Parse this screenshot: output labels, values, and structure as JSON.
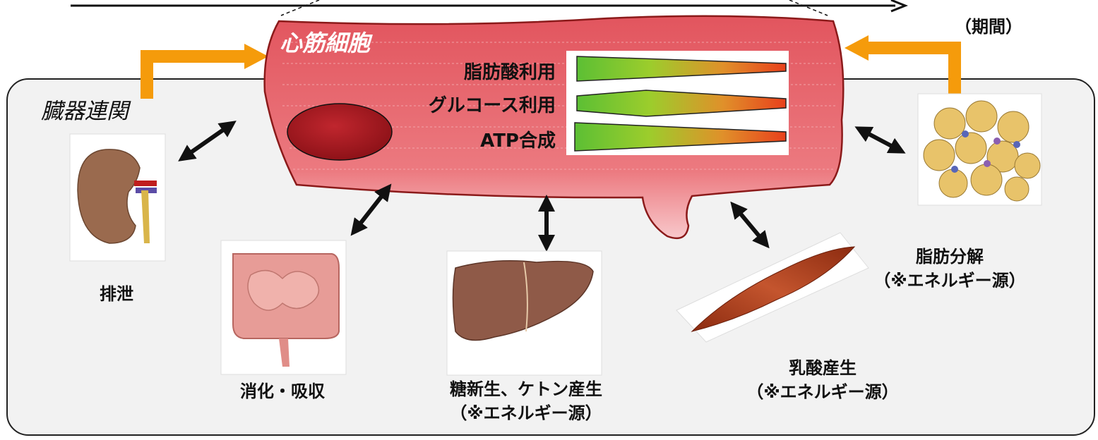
{
  "header": {
    "period_label": "（期間）"
  },
  "panel": {
    "title": "臓器連関"
  },
  "cell": {
    "title": "心筋細胞",
    "bars": [
      {
        "label": "脂肪酸利用"
      },
      {
        "label": "グルコース利用"
      },
      {
        "label": "ATP合成"
      }
    ]
  },
  "organs": {
    "kidney": {
      "label": "排泄",
      "icon": "kidney-icon"
    },
    "intestine": {
      "label": "消化・吸収",
      "icon": "intestine-icon"
    },
    "liver": {
      "label": "糖新生、ケトン産生\n（※エネルギー源）",
      "icon": "liver-icon"
    },
    "muscle": {
      "label": "乳酸産生\n（※エネルギー源）",
      "icon": "muscle-icon"
    },
    "fat": {
      "label": "脂肪分解\n（※エネルギー源）",
      "icon": "adipose-icon"
    }
  },
  "colors": {
    "cell_fill": "#e8606a",
    "cell_stroke": "#8b1a1a",
    "panel_fill": "#f2f2f2",
    "orange_arrow": "#f59b0b",
    "bar_green": "#66c23a",
    "bar_red": "#e8401c"
  }
}
